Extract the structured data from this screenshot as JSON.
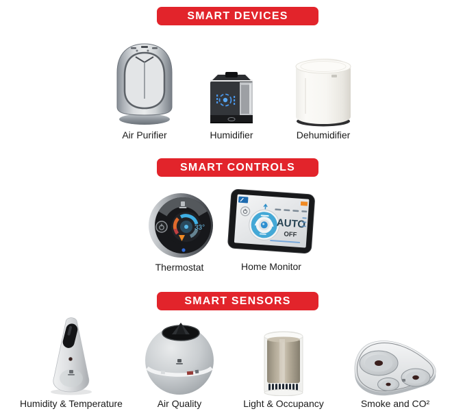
{
  "sections": [
    {
      "banner": "SMART DEVICES",
      "items": [
        {
          "label": "Air Purifier",
          "icon": "air-purifier-image"
        },
        {
          "label": "Humidifier",
          "icon": "humidifier-image"
        },
        {
          "label": "Dehumidifier",
          "icon": "dehumidifier-image"
        }
      ]
    },
    {
      "banner": "SMART CONTROLS",
      "items": [
        {
          "label": "Thermostat",
          "icon": "thermostat-image"
        },
        {
          "label": "Home Monitor",
          "icon": "home-monitor-image"
        }
      ]
    },
    {
      "banner": "SMART SENSORS",
      "items": [
        {
          "label": "Humidity & Temperature",
          "icon": "humidity-temperature-sensor-image"
        },
        {
          "label": "Air Quality",
          "icon": "air-quality-sensor-image"
        },
        {
          "label": "Light & Occupancy",
          "icon": "light-occupancy-sensor-image"
        },
        {
          "label": "Smoke and CO²",
          "icon": "smoke-co2-sensor-image"
        }
      ]
    }
  ],
  "device_screens": {
    "thermostat_temperature": "33°",
    "home_monitor_mode": "AUTO",
    "home_monitor_state": "OFF"
  },
  "colors": {
    "banner_background": "#e2242b",
    "banner_text": "#ffffff",
    "label_text": "#1a1a1a",
    "page_background": "#ffffff",
    "accent_blue": "#3fa9dc",
    "accent_orange": "#f08a24"
  }
}
